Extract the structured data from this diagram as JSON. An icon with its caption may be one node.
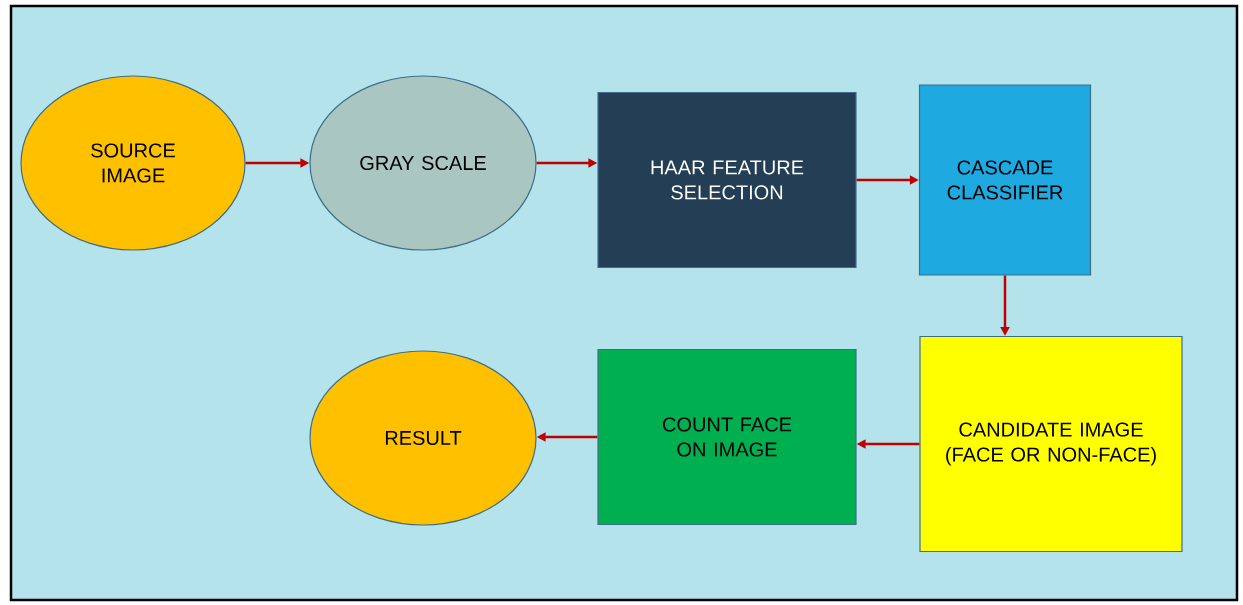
{
  "diagram": {
    "nodes": [
      {
        "text": [
          "SOURCE IMAGE"
        ]
      },
      {
        "text": [
          "GRAY SCALE"
        ]
      },
      {
        "text": [
          "HAAR FEATURE SELECTION"
        ]
      },
      {
        "text": [
          "CASCADE CLASSIFIER"
        ]
      },
      {
        "text": [
          "CANDIDATE IMAGE (FACE OR NON-FACE)"
        ]
      },
      {
        "text": [
          "COUNT FACE ON IMAGE"
        ]
      },
      {
        "text": [
          "RESULT"
        ]
      }
    ],
    "edges": [
      {
        "from": 0,
        "to": 1,
        "arrow": "to"
      },
      {
        "from": 1,
        "to": 2,
        "arrow": "to"
      },
      {
        "from": 2,
        "to": 3,
        "arrow": "to"
      },
      {
        "from": 3,
        "to": 4,
        "arrow": "to"
      },
      {
        "from": 4,
        "to": 5,
        "arrow": "to"
      },
      {
        "from": 5,
        "to": 6,
        "arrow": "to"
      }
    ]
  }
}
